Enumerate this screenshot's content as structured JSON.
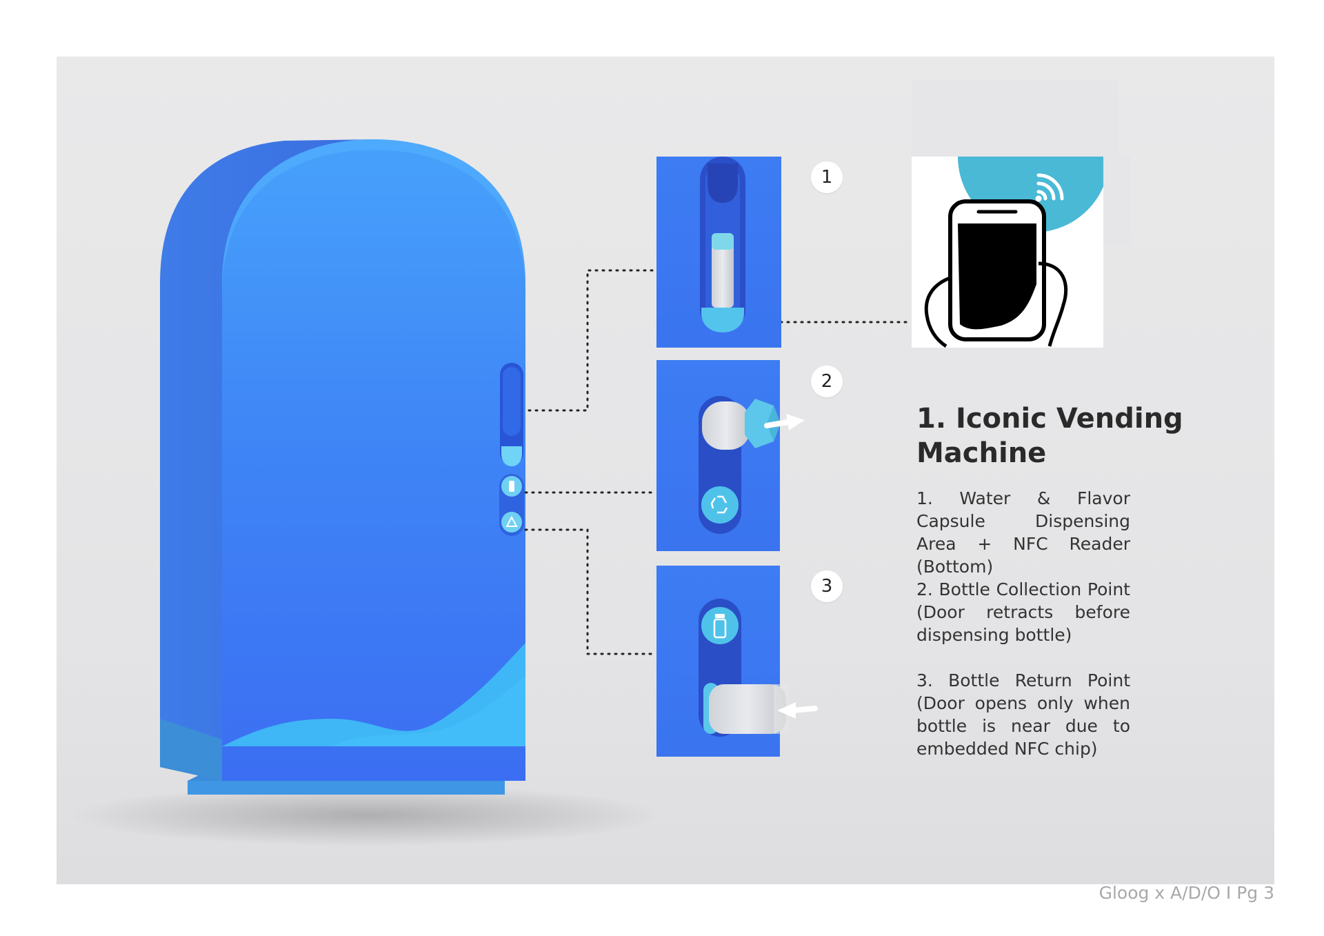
{
  "badges": [
    "1",
    "2",
    "3"
  ],
  "heading": "1. Iconic Vending Machine",
  "descriptions": [
    "1. Water & Flavor Capsule Dispensing Area + NFC Reader (Bottom)",
    "2. Bottle Collection Point (Door retracts before dispensing bottle)",
    "3. Bottle Return Point (Door opens only when bottle is near due to embedded NFC chip)"
  ],
  "footer": "Gloog x A/D/O  I  Pg 3",
  "icons": [
    "wifi-icon",
    "recycle-icon",
    "bottle-icon",
    "arrow-right-icon",
    "arrow-left-icon"
  ],
  "colors": {
    "machine_blue": "#3d7ef5",
    "machine_top": "#45a6fb",
    "wave_cyan": "#3fb7f7",
    "accent_teal": "#5ac8e6",
    "nfc_circle": "#4ab9d6",
    "background": "#e8e8e9"
  }
}
